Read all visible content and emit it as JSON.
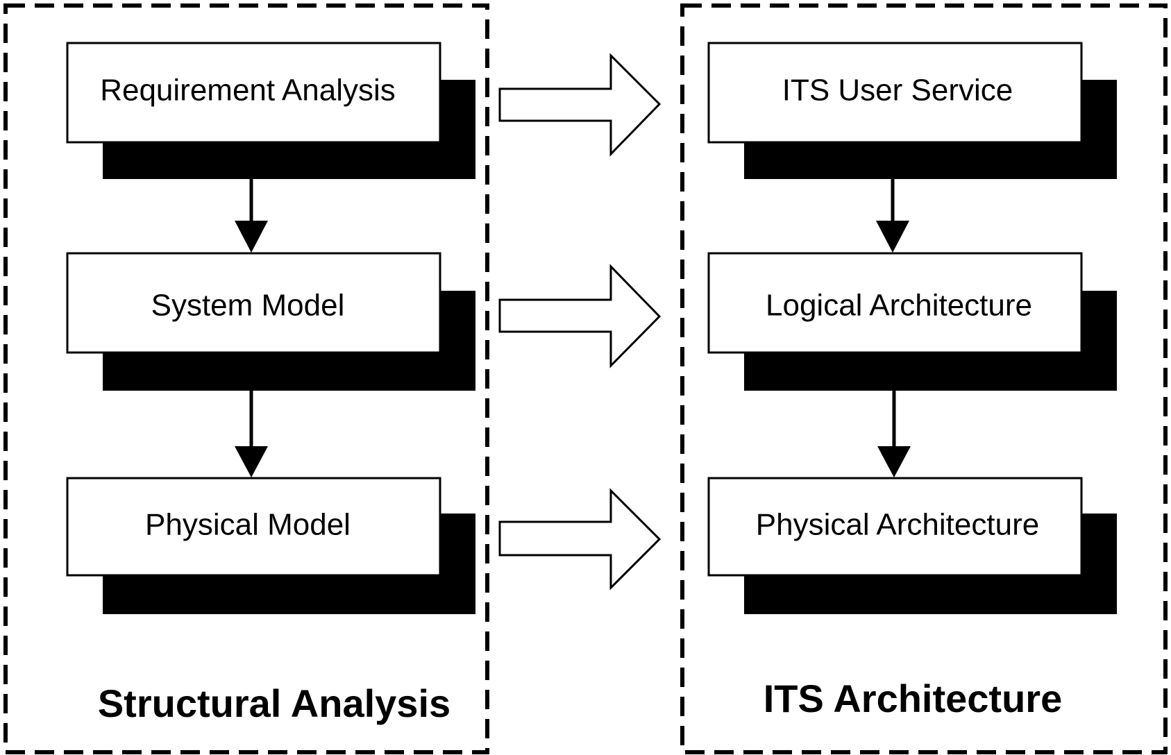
{
  "left_group": {
    "title": "Structural Analysis",
    "boxes": [
      "Requirement Analysis",
      "System Model",
      "Physical Model"
    ]
  },
  "right_group": {
    "title": "ITS Architecture",
    "boxes": [
      "ITS User Service",
      "Logical Architecture",
      "Physical Architecture"
    ]
  },
  "colors": {
    "line": "#000000",
    "box_fill": "#ffffff",
    "shadow": "#000000"
  }
}
